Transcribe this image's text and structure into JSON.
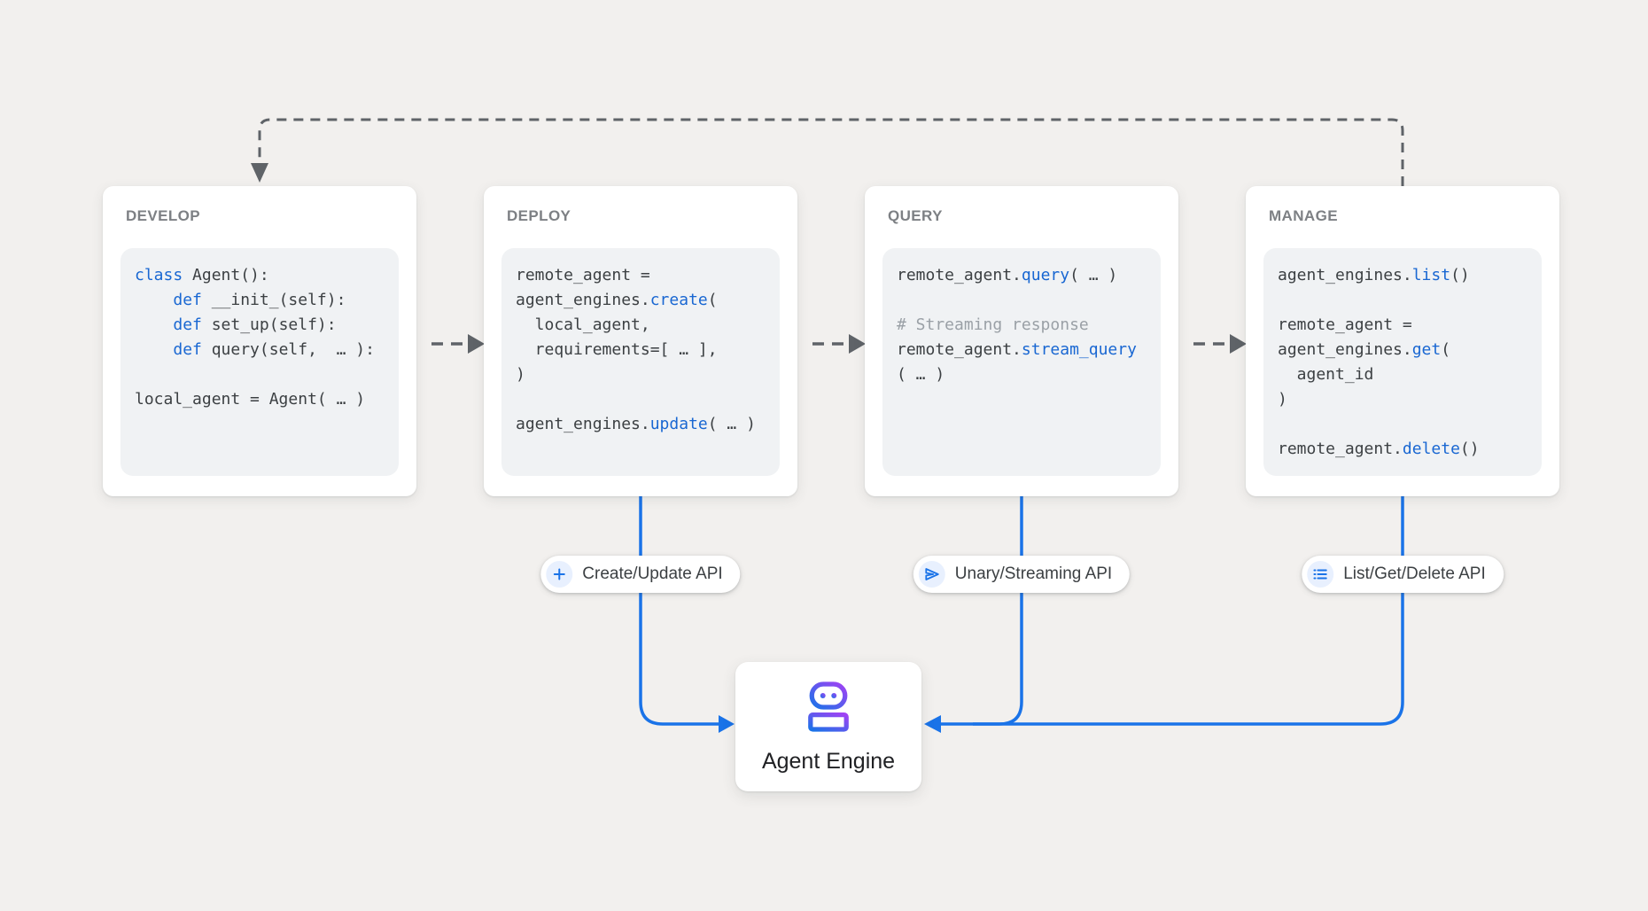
{
  "colors": {
    "page_background": "#f2f0ee",
    "accent_blue": "#1a73e8",
    "code_keyword_blue": "#1967d2",
    "code_text": "#3c4043",
    "code_comment": "#9aa0a6",
    "card_title_gray": "#7d8084",
    "dashed_arrow_gray": "#5f6368",
    "pill_icon_background": "#e8f0fe",
    "robot_gradient_start": "#1a73e8",
    "robot_gradient_end": "#a142f4"
  },
  "cards": [
    {
      "title": "DEVELOP",
      "code_lines": [
        [
          [
            "kw",
            "class"
          ],
          [
            "tx",
            " Agent():"
          ]
        ],
        [
          [
            "tx",
            "    "
          ],
          [
            "kw",
            "def"
          ],
          [
            "tx",
            " __init_(self):"
          ]
        ],
        [
          [
            "tx",
            "    "
          ],
          [
            "kw",
            "def"
          ],
          [
            "tx",
            " set_up(self):"
          ]
        ],
        [
          [
            "tx",
            "    "
          ],
          [
            "kw",
            "def"
          ],
          [
            "tx",
            " query(self,  … ):"
          ]
        ],
        [],
        [
          [
            "tx",
            "local_agent = Agent( … )"
          ]
        ]
      ]
    },
    {
      "title": "DEPLOY",
      "code_lines": [
        [
          [
            "tx",
            "remote_agent ="
          ]
        ],
        [
          [
            "tx",
            "agent_engines."
          ],
          [
            "kw",
            "create"
          ],
          [
            "tx",
            "("
          ]
        ],
        [
          [
            "tx",
            "  local_agent,"
          ]
        ],
        [
          [
            "tx",
            "  requirements=[ … ],"
          ]
        ],
        [
          [
            "tx",
            ")"
          ]
        ],
        [],
        [
          [
            "tx",
            "agent_engines."
          ],
          [
            "kw",
            "update"
          ],
          [
            "tx",
            "( … )"
          ]
        ]
      ]
    },
    {
      "title": "QUERY",
      "code_lines": [
        [
          [
            "tx",
            "remote_agent."
          ],
          [
            "kw",
            "query"
          ],
          [
            "tx",
            "( … )"
          ]
        ],
        [],
        [
          [
            "cm",
            "# Streaming response"
          ]
        ],
        [
          [
            "tx",
            "remote_agent."
          ],
          [
            "kw",
            "stream_query"
          ]
        ],
        [
          [
            "tx",
            "( … )"
          ]
        ]
      ]
    },
    {
      "title": "MANAGE",
      "code_lines": [
        [
          [
            "tx",
            "agent_engines."
          ],
          [
            "kw",
            "list"
          ],
          [
            "tx",
            "()"
          ]
        ],
        [],
        [
          [
            "tx",
            "remote_agent ="
          ]
        ],
        [
          [
            "tx",
            "agent_engines."
          ],
          [
            "kw",
            "get"
          ],
          [
            "tx",
            "("
          ]
        ],
        [
          [
            "tx",
            "  agent_id"
          ]
        ],
        [
          [
            "tx",
            ")"
          ]
        ],
        [],
        [
          [
            "tx",
            "remote_agent."
          ],
          [
            "kw",
            "delete"
          ],
          [
            "tx",
            "()"
          ]
        ]
      ]
    }
  ],
  "pills": [
    {
      "label": "Create/Update API",
      "icon": "plus-icon"
    },
    {
      "label": "Unary/Streaming API",
      "icon": "send-icon"
    },
    {
      "label": "List/Get/Delete API",
      "icon": "list-icon"
    }
  ],
  "engine": {
    "label": "Agent Engine",
    "icon": "robot-icon"
  }
}
